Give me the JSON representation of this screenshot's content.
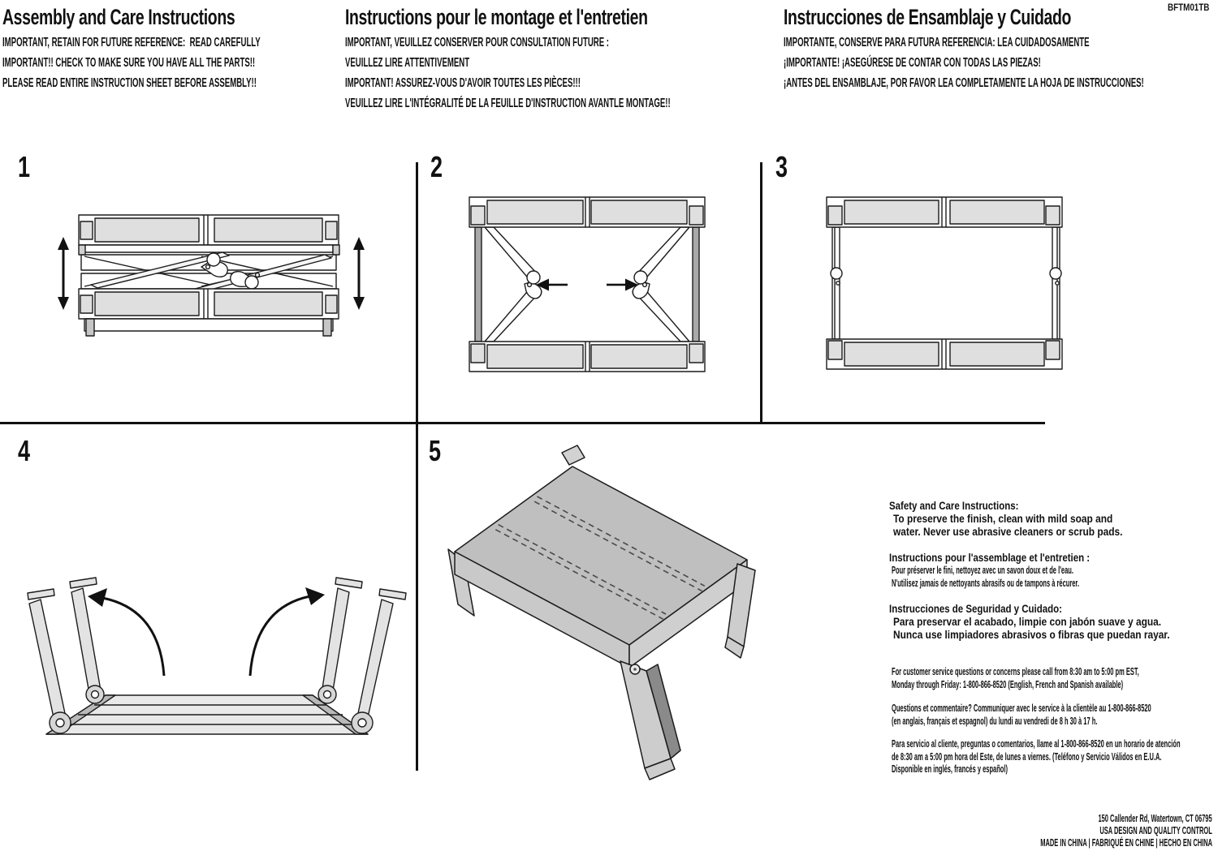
{
  "document": {
    "code": "BFTM01TB"
  },
  "colors": {
    "ink": "#111111",
    "divider": "#111111",
    "diagram_gray": "#dfdfdf",
    "tabletop_gray": "#bfbfbf"
  },
  "header": {
    "en": {
      "title": "Assembly and Care Instructions",
      "lines": [
        "IMPORTANT, RETAIN FOR FUTURE REFERENCE:  READ CAREFULLY",
        "IMPORTANT!! CHECK TO MAKE SURE YOU HAVE ALL THE PARTS!!",
        "PLEASE READ ENTIRE INSTRUCTION SHEET BEFORE ASSEMBLY!!"
      ]
    },
    "fr": {
      "title": "Instructions pour le montage et l'entretien",
      "lines": [
        "IMPORTANT, VEUILLEZ CONSERVER POUR CONSULTATION FUTURE :",
        "VEUILLEZ LIRE ATTENTIVEMENT",
        "IMPORTANT! ASSUREZ-VOUS D'AVOIR TOUTES LES PIÈCES!!!",
        "VEUILLEZ LIRE L'INTÉGRALITÉ DE LA FEUILLE D'INSTRUCTION AVANTLE MONTAGE!!"
      ]
    },
    "es": {
      "title": "Instrucciones de Ensamblaje y Cuidado",
      "lines": [
        "IMPORTANTE, CONSERVE PARA FUTURA REFERENCIA: LEA CUIDADOSAMENTE",
        "¡IMPORTANTE! ¡ASEGÚRESE DE CONTAR CON TODAS LAS PIEZAS!",
        "¡ANTES DEL ENSAMBLAJE, POR FAVOR LEA COMPLETAMENTE LA HOJA DE INSTRUCCIONES!"
      ]
    }
  },
  "steps": [
    {
      "number": "1"
    },
    {
      "number": "2"
    },
    {
      "number": "3"
    },
    {
      "number": "4"
    },
    {
      "number": "5"
    }
  ],
  "care": {
    "en": {
      "heading": "Safety and Care Instructions:",
      "lines": [
        "To preserve the finish, clean with mild soap and",
        "water. Never use abrasive cleaners or scrub pads."
      ]
    },
    "fr": {
      "heading": "Instructions pour l'assemblage et l'entretien :",
      "lines": [
        "Pour préserver le fini, nettoyez avec un savon doux et de l'eau.",
        "N'utilisez jamais de nettoyants abrasifs ou de tampons à récurer."
      ]
    },
    "es": {
      "heading": "Instrucciones de Seguridad y Cuidado:",
      "lines": [
        "Para preservar el acabado, limpie con jabón suave y agua.",
        "Nunca use limpiadores abrasivos o fibras que puedan rayar."
      ]
    }
  },
  "service": {
    "en": [
      "For customer service questions or concerns please call from 8:30 am to 5:00 pm EST,",
      "Monday through Friday: 1-800-866-8520 (English, French and Spanish available)"
    ],
    "fr": [
      "Questions et commentaire? Communiquer avec le service à la clientèle au 1-800-866-8520",
      "(en anglais, français et espagnol) du lundi au vendredi de 8 h 30 à 17 h."
    ],
    "es": [
      "Para servicio al cliente, preguntas o comentarios, llame al 1-800-866-8520 en un horario de atención",
      "de 8:30 am a 5:00 pm hora del Este, de lunes a viernes. (Teléfono y Servicio Válidos en E.U.A.",
      "Disponible en inglés, francés y español)"
    ]
  },
  "footer": {
    "address": "150 Callender Rd, Watertown, CT 06795",
    "quality_line": "USA DESIGN AND QUALITY CONTROL",
    "origin_line": "MADE IN CHINA | FABRIQUÉ EN CHINE | HECHO EN CHINA"
  }
}
